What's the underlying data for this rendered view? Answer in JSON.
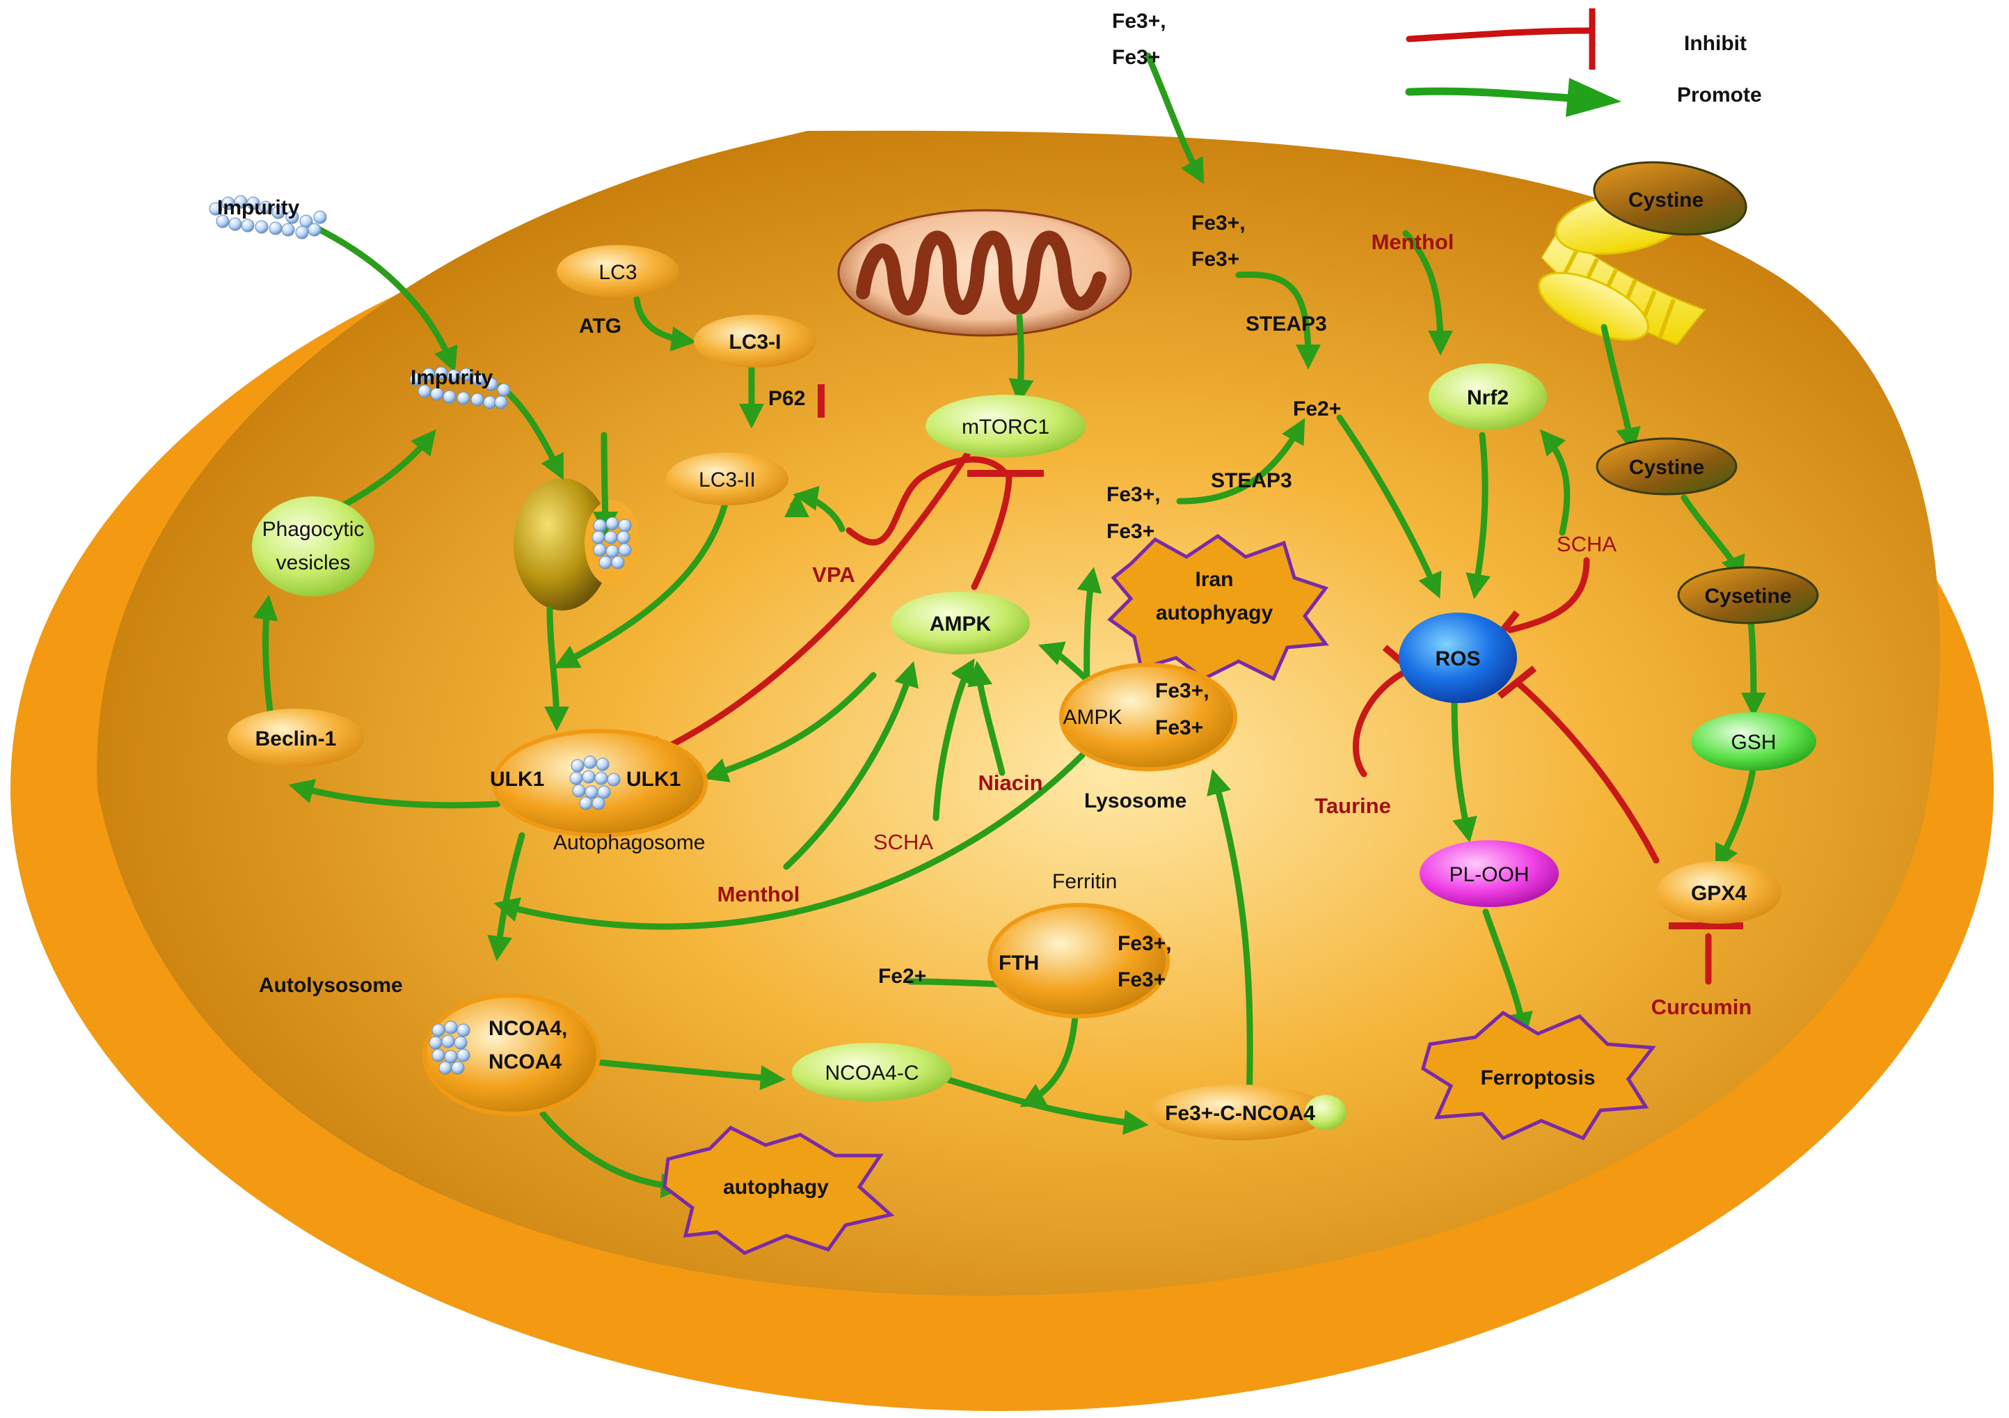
{
  "legend": {
    "inhibit": "Inhibit",
    "promote": "Promote",
    "inhibit_color": "#cc1111",
    "promote_color": "#22a11a"
  },
  "colors": {
    "cell_outer": "#f39a12",
    "cell_inner": "#f4a922",
    "promote": "#2a9d1a",
    "inhibit": "#c81818",
    "drug_text": "#a01010",
    "star_border": "#7a2aa8",
    "ros": "#1b62d8",
    "pl_ooh": "#ee22dd"
  },
  "external": {
    "fe3_line1": "Fe3+,",
    "fe3_line2": "Fe3+",
    "impurity": "Impurity",
    "cystine": "Cystine"
  },
  "autophagy_path": {
    "impurity_inner": "Impurity",
    "phagocytic_line1": "Phagocytic",
    "phagocytic_line2": "vesicles",
    "beclin": "Beclin-1",
    "lc3": "LC3",
    "atg": "ATG",
    "lc3_i": "LC3-I",
    "p62": "P62",
    "lc3_ii": "LC3-II",
    "vpa": "VPA",
    "mtorc1": "mTORC1",
    "ampk": "AMPK",
    "ulk1_left": "ULK1",
    "ulk1_right": "ULK1",
    "autophagosome": "Autophagosome",
    "autolysosome": "Autolysosome",
    "ncoa4_line1": "NCOA4,",
    "ncoa4_line2": "NCOA4",
    "ncoa4_c": "NCOA4-C",
    "autophagy": "autophagy",
    "menthol": "Menthol",
    "scha": "SCHA",
    "niacin": "Niacin"
  },
  "iron_path": {
    "fe3_inner_line1": "Fe3+,",
    "fe3_inner_line2": "Fe3+",
    "steap3_top": "STEAP3",
    "fe2": "Fe2+",
    "steap3_mid": "STEAP3",
    "fe3_lys_line1": "Fe3+,",
    "fe3_lys_line2": "Fe3+",
    "iran_line1": "Iran",
    "iran_line2": "autophyagy",
    "lysosome_ampk": "AMPK",
    "lysosome_fe_line1": "Fe3+,",
    "lysosome_fe_line2": "Fe3+",
    "lysosome": "Lysosome",
    "ferritin": "Ferritin",
    "fth": "FTH",
    "ferritin_fe_line1": "Fe3+,",
    "ferritin_fe_line2": "Fe3+",
    "fe2_in": "Fe2+",
    "fe3_c_ncoa4": "Fe3+-C-NCOA4"
  },
  "ferroptosis_path": {
    "menthol": "Menthol",
    "nrf2": "Nrf2",
    "scha": "SCHA",
    "ros": "ROS",
    "taurine": "Taurine",
    "pl_ooh": "PL-OOH",
    "ferroptosis": "Ferroptosis",
    "cystine_inner": "Cystine",
    "cysetine": "Cysetine",
    "gsh": "GSH",
    "gpx4": "GPX4",
    "curcumin": "Curcumin"
  }
}
